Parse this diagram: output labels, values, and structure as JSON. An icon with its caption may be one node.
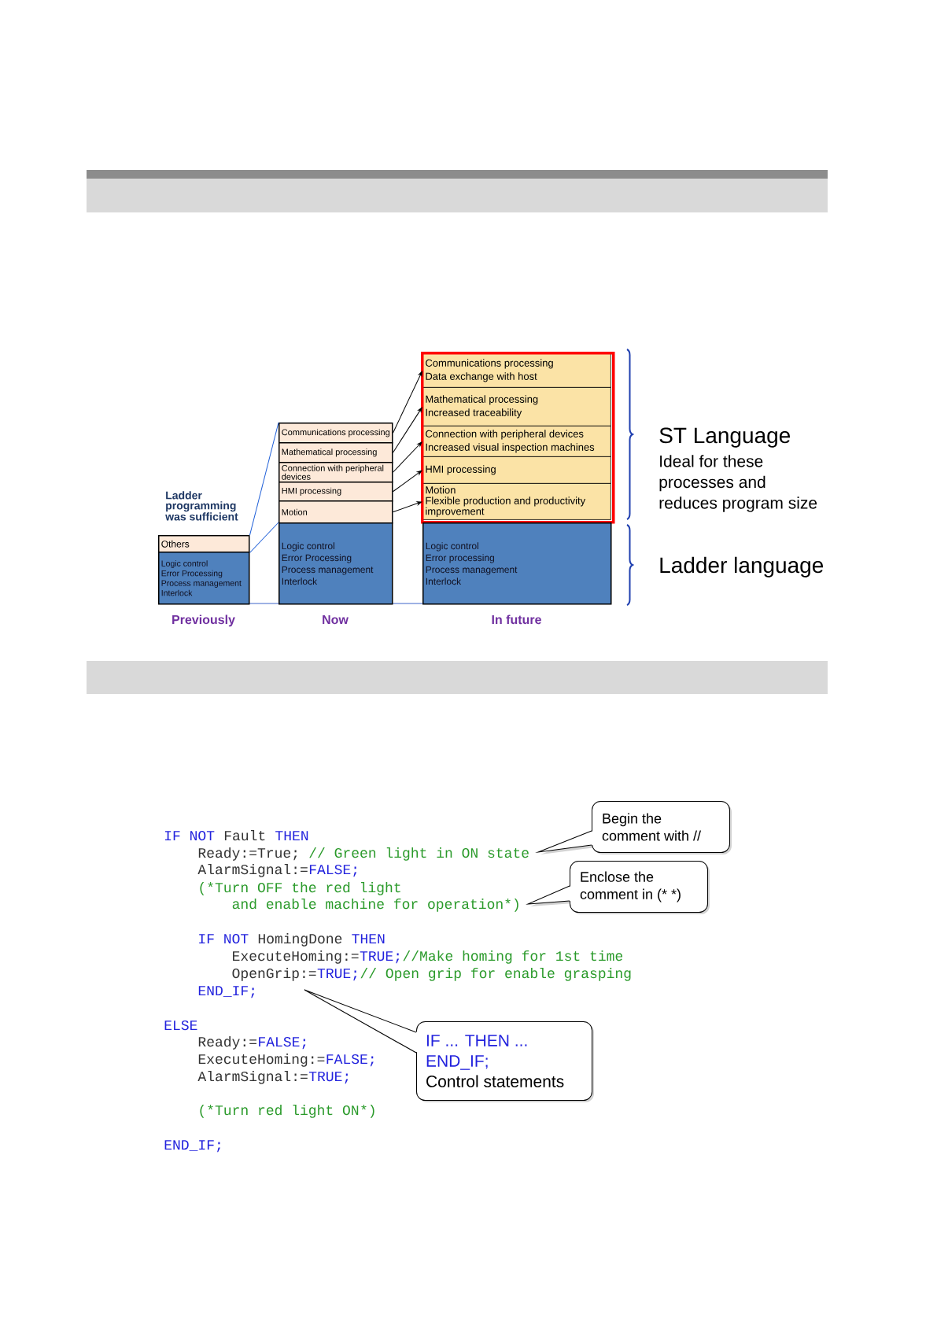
{
  "diagram": {
    "nodes": [
      {
        "text": [
          "Others"
        ]
      },
      {
        "text": [
          "Logic control",
          "Error Processing",
          "Process management",
          "Interlock"
        ],
        "beside": [
          "Previously"
        ]
      },
      {
        "text": [
          "Communications processing"
        ]
      },
      {
        "text": [
          "Mathematical processing"
        ]
      },
      {
        "text": [
          "Connection with peripheral devices"
        ]
      },
      {
        "text": [
          "HMI processing"
        ]
      },
      {
        "text": [
          "Motion"
        ]
      },
      {
        "text": [
          "Logic control",
          "Error Processing",
          "Process management",
          "Interlock"
        ],
        "beside": [
          "Now"
        ]
      },
      {
        "text": [],
        "shape": "box"
      },
      {
        "text": [
          "Communications processing",
          "Data exchange with host"
        ],
        "in": 8
      },
      {
        "text": [
          "Mathematical processing",
          "Increased traceability"
        ],
        "in": 8
      },
      {
        "text": [
          "Connection with peripheral devices",
          "Increased visual inspection machines"
        ],
        "in": 8
      },
      {
        "text": [
          "HMI processing"
        ],
        "in": 8
      },
      {
        "text": [
          "Motion",
          "Flexible production and productivity improvement"
        ],
        "in": 8
      },
      {
        "text": [
          "Logic control",
          "Error processing",
          "Process management",
          "Interlock"
        ],
        "beside": [
          "In future"
        ]
      },
      {
        "text": [
          "Begin the comment with //"
        ]
      },
      {
        "text": [
          "Enclose the comment in (* *)"
        ]
      },
      {
        "text": [
          "IF ... THEN ... END_IF;",
          "Control statements"
        ]
      }
    ],
    "edges": [
      {
        "from": 0,
        "to": 2,
        "arrow": "none",
        "color": "#2060d8"
      },
      {
        "from": 0,
        "to": 7,
        "arrow": "none",
        "color": "#2060d8"
      },
      {
        "from": 2,
        "to": 9,
        "arrow": "to"
      },
      {
        "from": 3,
        "to": 10,
        "arrow": "to"
      },
      {
        "from": 4,
        "to": 11,
        "arrow": "to"
      },
      {
        "from": 5,
        "to": 12,
        "arrow": "to"
      },
      {
        "from": 6,
        "to": 13,
        "arrow": "to"
      }
    ],
    "labels": [
      "Ladder programming was sufficient",
      "ST Language",
      "Ideal for these processes and reduces program size",
      "Ladder language",
      "IF NOT",
      "Fault",
      "THEN",
      "Ready:=True;",
      "// Green light in ON state",
      "AlarmSignal:=",
      "FALSE;",
      "(*Turn OFF the red light",
      "and enable machine for operation*)",
      "IF NOT",
      "HomingDone",
      "THEN",
      "ExecuteHoming:=",
      "TRUE;",
      "//Make homing for 1st time",
      "OpenGrip:=",
      "TRUE;",
      "// Open grip for enable grasping",
      "END_IF;",
      "ELSE",
      "Ready:=",
      "FALSE;",
      "ExecuteHoming:=",
      "FALSE;",
      "AlarmSignal:=",
      "TRUE;",
      "(*Turn red light ON",
      "*)",
      "END_IF;"
    ]
  }
}
